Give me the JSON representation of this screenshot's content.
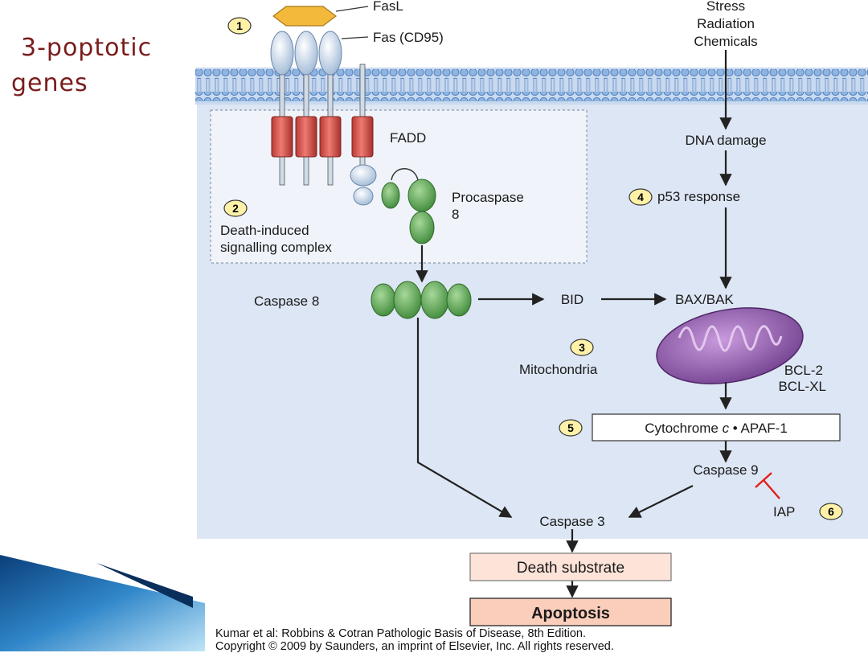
{
  "slide": {
    "title_line1": "3-poptotic",
    "title_line2": "genes"
  },
  "diagram": {
    "fasl": "FasL",
    "fas": "Fas (CD95)",
    "stress_lines": [
      "Stress",
      "Radiation",
      "Chemicals"
    ],
    "fadd": "FADD",
    "procaspase_lines": [
      "Procaspase",
      "8"
    ],
    "disc_lines": [
      "Death-induced",
      "signalling complex"
    ],
    "dna_damage": "DNA damage",
    "p53": "p53 response",
    "caspase8": "Caspase 8",
    "bid": "BID",
    "baxbak": "BAX/BAK",
    "mitochondria": "Mitochondria",
    "bcl2": "BCL-2",
    "bclxl": "BCL-XL",
    "cyto_pre": "Cytochrome ",
    "cyto_c": "c",
    "cyto_post": " • APAF-1",
    "caspase9": "Caspase 9",
    "iap": "IAP",
    "caspase3": "Caspase 3",
    "death_substrate": "Death substrate",
    "apoptosis": "Apoptosis",
    "steps": [
      "1",
      "2",
      "3",
      "4",
      "5",
      "6"
    ]
  },
  "credit": {
    "line1": "Kumar et al: Robbins & Cotran Pathologic Basis of Disease, 8th Edition.",
    "line2": "Copyright © 2009 by Saunders, an imprint of Elsevier, Inc. All rights reserved."
  },
  "colors": {
    "cell": "#dde6f4",
    "membrane": "#7da4d6",
    "receptor_red": "#d9534f",
    "caspase_green": "#5faa52",
    "mito_purple": "#8e5aa8",
    "step_yellow": "#fff2a8",
    "box_pink": "#fde3d8"
  }
}
